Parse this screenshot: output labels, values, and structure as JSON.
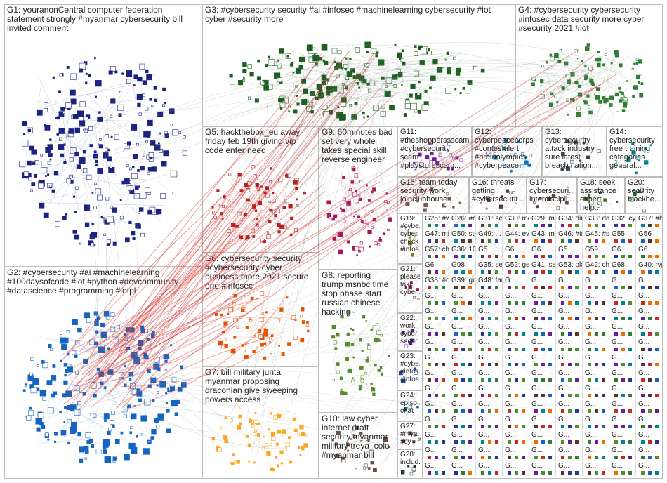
{
  "panels": [
    {
      "id": "G1",
      "text": "G1: youranonCentral computer federation statement strongly #myanmar cybersecurity bill invited comment",
      "color": "#1a237e"
    },
    {
      "id": "G2",
      "text": "G2: #cybersecurity #ai #machinelearning #100daysofcode #iot #python #devcommunity #datascience #programming #iotpl",
      "color": "#1565c0"
    },
    {
      "id": "G3",
      "text": "G3: #cybersecurity security #ai #infosec #machinelearning cybersecurity #iot cyber #security more",
      "color": "#1b5e20"
    },
    {
      "id": "G4",
      "text": "G4: #cybersecurity cybersecurity #infosec data security more cyber #security 2021 #iot",
      "color": "#2e7d32"
    },
    {
      "id": "G5",
      "text": "G5: hackthebox_eu away friday feb 19th giving vip code enter need",
      "color": "#b71c1c"
    },
    {
      "id": "G6",
      "text": "G6: cybersecurity security #cybersecurity cyber business more 2021 secure one #infosec",
      "color": "#e65100"
    },
    {
      "id": "G7",
      "text": "G7: bill military junta myanmar proposing draconian give sweeping powers access",
      "color": "#f9a825"
    },
    {
      "id": "G8",
      "text": "G8: reporting trump msnbc time stop phase start russian chinese hacking",
      "color": "#558b2f"
    },
    {
      "id": "G9",
      "text": "G9: 60minutes bad set very whole takes special skill reverse engineer",
      "color": "#ad1457"
    },
    {
      "id": "G10",
      "text": "G10: law cyber internet draft security myanmar military treya_cole #myanmar bill",
      "color": "#6d4c41"
    },
    {
      "id": "G11",
      "text": "G11: #theshopperssscam #cybersecurity scam #playstorescam...",
      "color": "#6a1b9a"
    },
    {
      "id": "G12",
      "text": "G12: cyberpeacecorps #contestalert #brainolympics #cyberpeace...",
      "color": "#0277bd"
    },
    {
      "id": "G13",
      "text": "G13: cybersecurity attack industry sure latest breach nation...",
      "color": "#37474f"
    },
    {
      "id": "G14",
      "text": "G14: cybersecurity free training categories general...",
      "color": "#00838f"
    },
    {
      "id": "G15",
      "text": "G15: team today security work joinclubhouse...",
      "color": "#795548"
    },
    {
      "id": "G16",
      "text": "G16: threats getting #cybersecurit...",
      "color": "#4e342e"
    },
    {
      "id": "G17",
      "text": "G17: cybersecuri... interdiscipli...",
      "color": "#5d4037"
    },
    {
      "id": "G18",
      "text": "G18: seek assistance expert help...",
      "color": "#33691e"
    },
    {
      "id": "G20",
      "text": "G20: security blackbe...",
      "color": "#1b5e20"
    },
    {
      "id": "G19",
      "text": "G19: #cybe... cyber check #infos",
      "color": "#827717"
    },
    {
      "id": "G21",
      "text": "G21: please take cyber...",
      "color": "#880e4f"
    },
    {
      "id": "G22",
      "text": "G22: work cyber securi...",
      "color": "#4a148c"
    },
    {
      "id": "G23",
      "text": "G23: #cybe... #infos #infos",
      "color": "#0d47a1"
    },
    {
      "id": "G24",
      "text": "G24: episo... chat",
      "color": "#006064"
    },
    {
      "id": "G27",
      "text": "G27: #mya... #cy",
      "color": "#3e2723"
    },
    {
      "id": "G28",
      "text": "G28: includ...",
      "color": "#263238"
    }
  ],
  "small_labels": [
    "G25: #wome...",
    "G26: #cyber...",
    "G31: securit...",
    "G30: mehdi...",
    "G29: m365...",
    "G34: dime...",
    "G33: dag...",
    "G32: cyber...",
    "G37: #ha...",
    "G47: mit...",
    "G50: stpi...",
    "G49: ...",
    "G44: evid...",
    "G43: mac...",
    "G46: #tru...",
    "G45: #sh...",
    "G55",
    "G56",
    "G57: chi...",
    "G36: 10...",
    "G5",
    "G6",
    "G6",
    "G5",
    "G59",
    "G6",
    "G6",
    "G6",
    "G98",
    "G35: sec... net...",
    "G52: ger...",
    "G41: sec...",
    "G53: ok...",
    "G42: chi...",
    "G68",
    "G40: rvp...",
    "G38: #cy...",
    "G39: gni...",
    "G48: fan..."
  ],
  "grid_label": "G..."
}
